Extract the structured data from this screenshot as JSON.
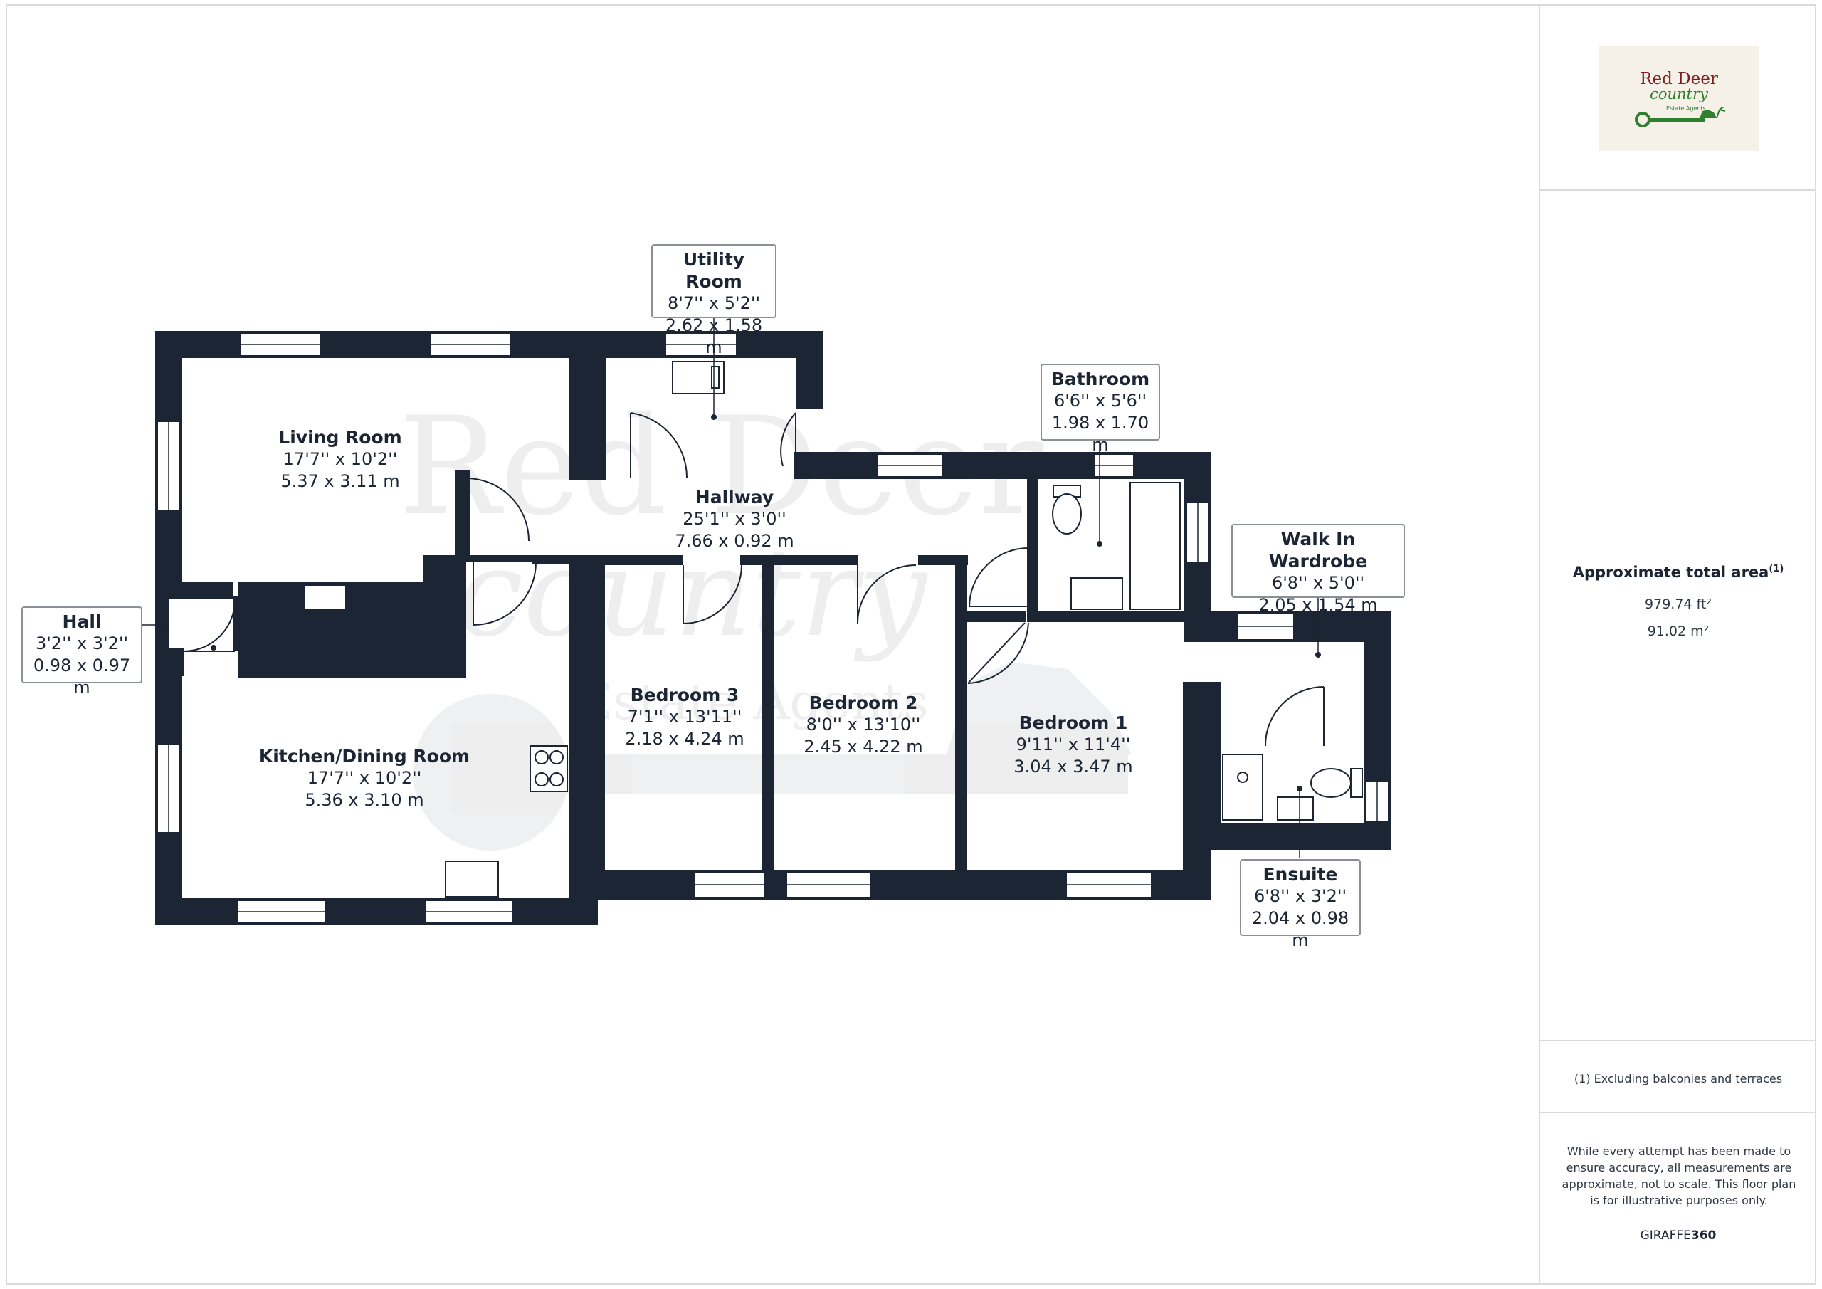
{
  "rooms": {
    "living_room": {
      "name": "Living Room",
      "imperial": "17'7'' x 10'2''",
      "metric": "5.37 x 3.11 m"
    },
    "hallway": {
      "name": "Hallway",
      "imperial": "25'1'' x 3'0''",
      "metric": "7.66 x 0.92 m"
    },
    "kitchen": {
      "name": "Kitchen/Dining Room",
      "imperial": "17'7'' x 10'2''",
      "metric": "5.36 x 3.10 m"
    },
    "bedroom3": {
      "name": "Bedroom 3",
      "imperial": "7'1'' x 13'11''",
      "metric": "2.18 x 4.24 m"
    },
    "bedroom2": {
      "name": "Bedroom 2",
      "imperial": "8'0'' x 13'10''",
      "metric": "2.45 x 4.22 m"
    },
    "bedroom1": {
      "name": "Bedroom 1",
      "imperial": "9'11'' x 11'4''",
      "metric": "3.04 x 3.47 m"
    }
  },
  "callouts": {
    "utility": {
      "name": "Utility Room",
      "imperial": "8'7'' x 5'2''",
      "metric": "2.62 x 1.58 m"
    },
    "bathroom": {
      "name": "Bathroom",
      "imperial": "6'6'' x 5'6''",
      "metric": "1.98 x 1.70 m"
    },
    "wardrobe": {
      "name": "Walk In Wardrobe",
      "imperial": "6'8'' x 5'0''",
      "metric": "2.05 x 1.54 m"
    },
    "hall": {
      "name": "Hall",
      "imperial": "3'2'' x 3'2''",
      "metric": "0.98 x 0.97 m"
    },
    "ensuite": {
      "name": "Ensuite",
      "imperial": "6'8'' x 3'2''",
      "metric": "2.04 x 0.98 m"
    }
  },
  "sidebar": {
    "logo": {
      "line1": "Red Deer",
      "line2": "country",
      "line3": "Estate Agents"
    },
    "area_title": "Approximate total area",
    "area_sup": "(1)",
    "area_ft": "979.74 ft²",
    "area_m": "91.02 m²",
    "footnote": "(1) Excluding balconies and terraces",
    "disclaimer": "While every attempt has been made to ensure accuracy, all measurements are approximate, not to scale. This floor plan is for illustrative purposes only.",
    "brand_a": "GIRAFFE",
    "brand_b": "360"
  },
  "watermark": {
    "line1": "Red Deer",
    "line2": "country",
    "line3": "Estate Agents"
  },
  "colors": {
    "wall": "#1b2534",
    "callout_border": "#8b9097",
    "logo_red": "#7f1f22",
    "logo_green": "#2f7f2f"
  }
}
